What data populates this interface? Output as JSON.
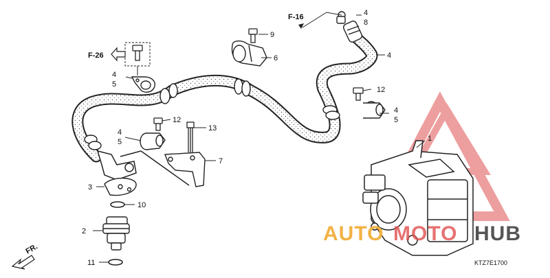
{
  "diagram": {
    "refs": {
      "f26": "F-26",
      "f16": "F-16",
      "fr": "FR."
    },
    "part_numbers": {
      "p1": "1",
      "p2": "2",
      "p3": "3",
      "p4_top": "4",
      "p8": "8",
      "p4_hose": "4",
      "p9": "9",
      "p6": "6",
      "p4_left": "4",
      "p5_left": "5",
      "p12_right": "12",
      "p4_right": "4",
      "p5_right": "5",
      "p12_mid": "12",
      "p13": "13",
      "p4_mid": "4",
      "p5_mid": "5",
      "p7": "7",
      "p10": "10",
      "p11": "11"
    },
    "diagram_code": "KTZ7E1700",
    "watermark": {
      "part1": "AUTO",
      "part2": "MOTO",
      "part3": "HUB",
      "color_orange": "#f3b244",
      "color_red": "#e05050",
      "color_gray": "#555555"
    }
  }
}
